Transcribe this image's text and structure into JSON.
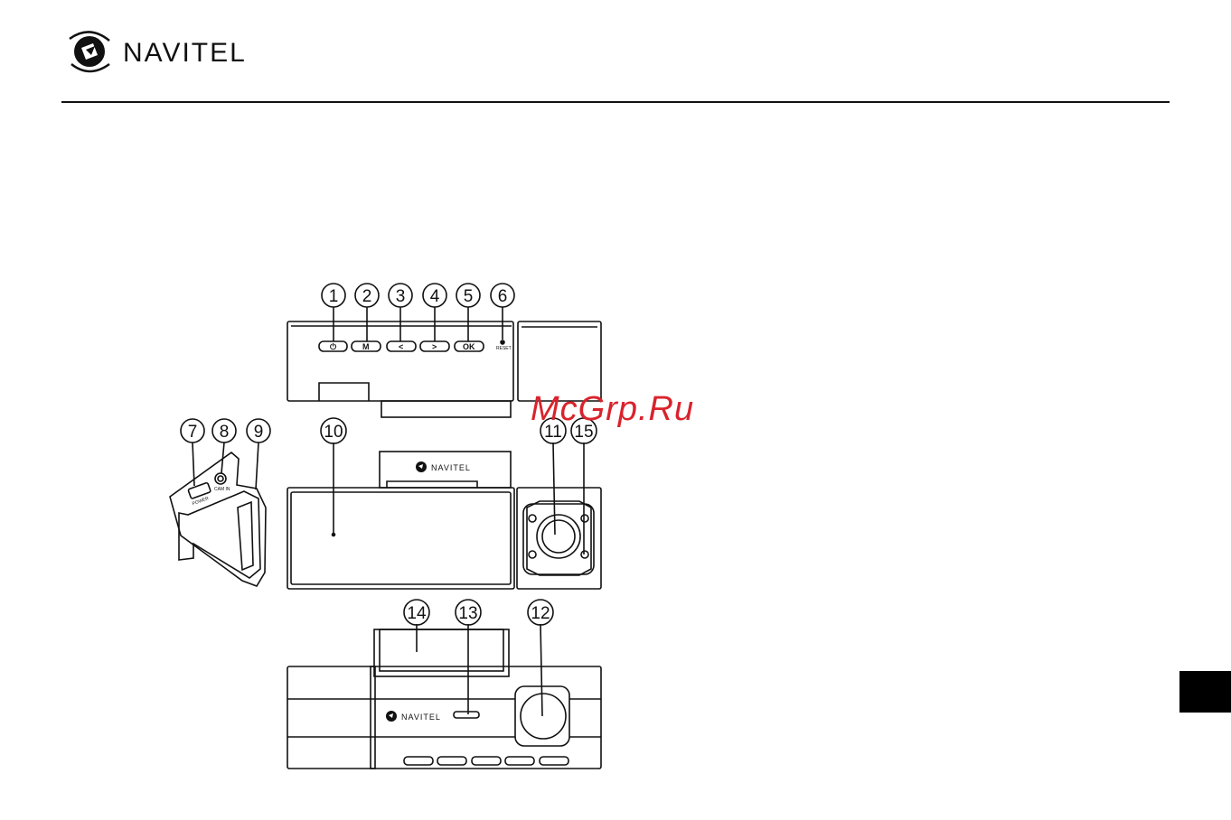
{
  "header": {
    "brand": "NAVITEL"
  },
  "watermark": "McGrp.Ru",
  "callouts": {
    "c1": "1",
    "c2": "2",
    "c3": "3",
    "c4": "4",
    "c5": "5",
    "c6": "6",
    "c7": "7",
    "c8": "8",
    "c9": "9",
    "c10": "10",
    "c11": "11",
    "c15": "15",
    "c14": "14",
    "c13": "13",
    "c12": "12"
  },
  "device": {
    "buttons": {
      "power": "⏻",
      "menu": "M",
      "left": "<",
      "right": ">",
      "ok": "OK"
    },
    "reset_label": "RESET",
    "power_port_label": "POWER",
    "cam_in_label": "CAM IN",
    "body_brand": "NAVITEL",
    "front_brand": "NAVITEL"
  },
  "icons": {
    "logo": "navitel-logo-icon"
  }
}
